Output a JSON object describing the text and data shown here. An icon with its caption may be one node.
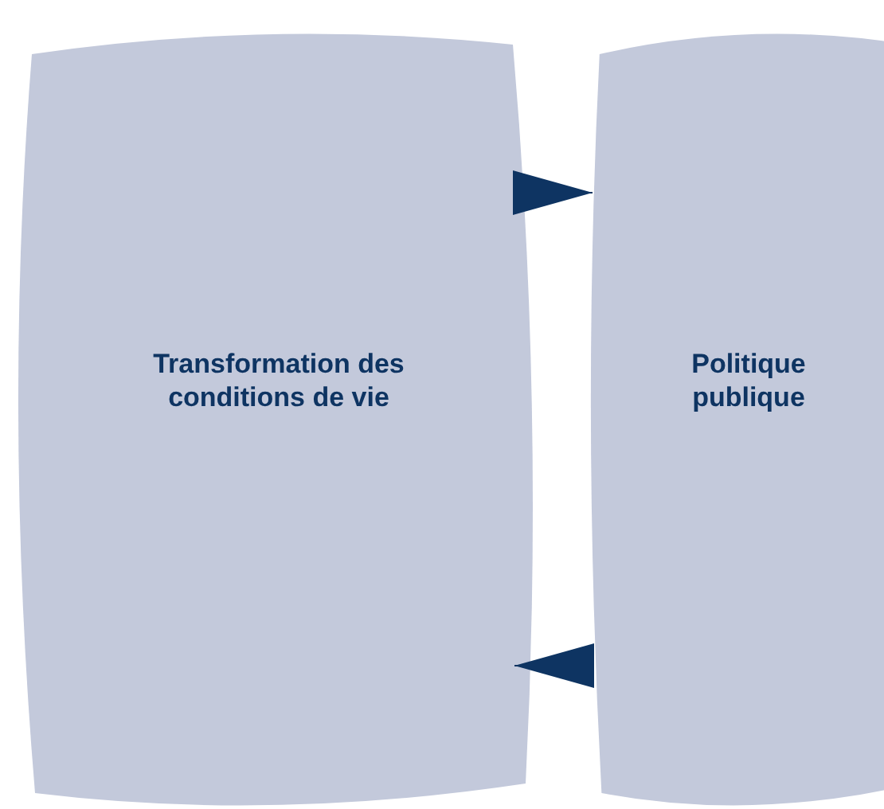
{
  "diagram": {
    "nodes": [
      {
        "text": [
          "Transformation des conditions de vie"
        ]
      },
      {
        "text": [
          "Politique publique"
        ]
      }
    ],
    "edges": [
      {
        "from": 0,
        "to": 1,
        "arrow": "to"
      },
      {
        "from": 1,
        "to": 0,
        "arrow": "to"
      }
    ]
  }
}
